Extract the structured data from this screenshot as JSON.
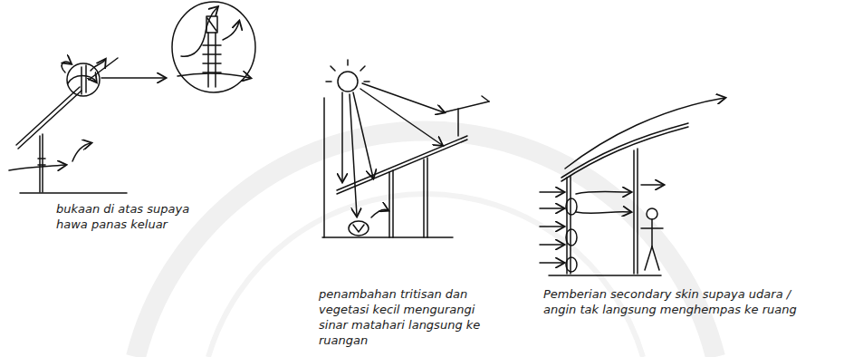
{
  "diagram": {
    "labels": [
      "bukaan di atas supaya hawa panas keluar",
      "penambahan tritisan dan vegetasi kecil mengurangi sinar matahari langsung ke ruangan",
      "Pemberian secondary skin supaya udara / angin tak langsung menghempas ke ruang"
    ]
  }
}
